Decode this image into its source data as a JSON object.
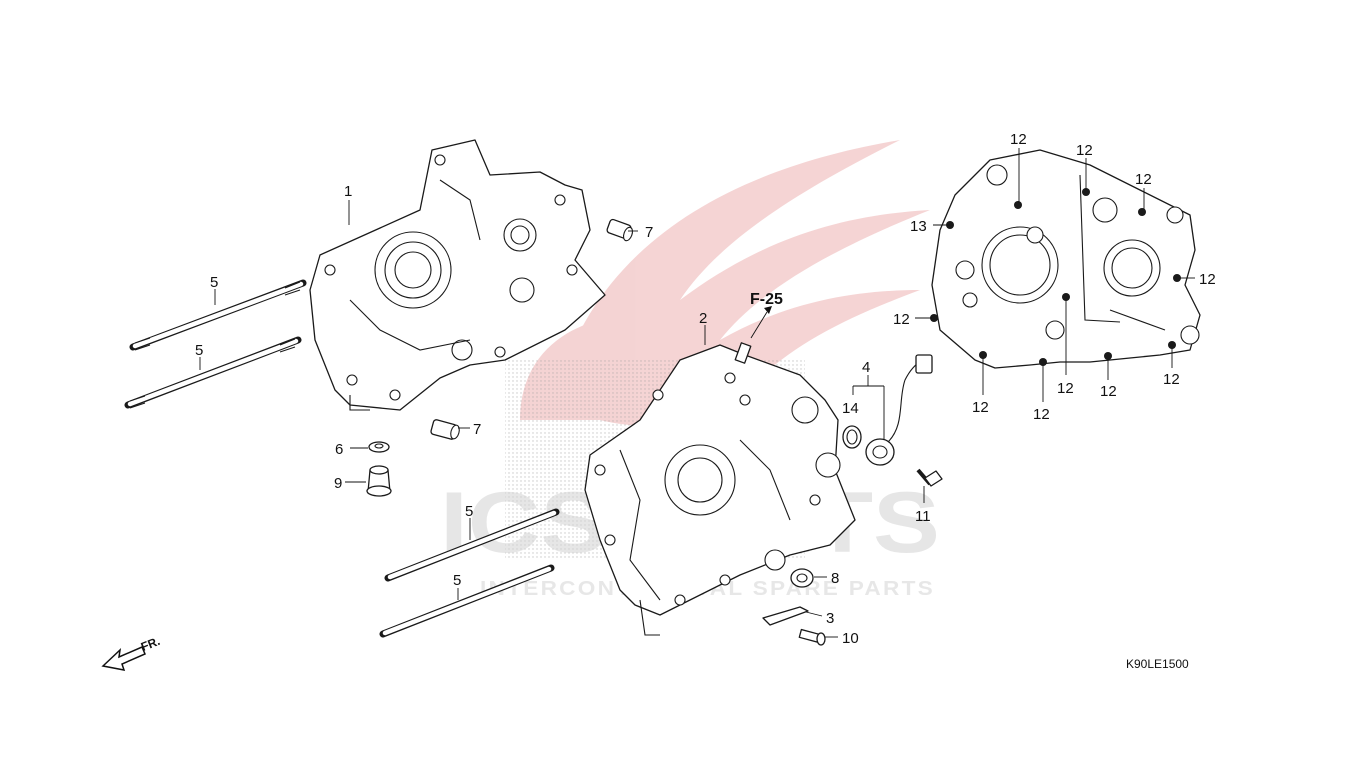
{
  "watermark": {
    "brand": "ICSPARTS",
    "tagline": "INTERCONTINENTAL SPARE PARTS",
    "wing_color": "#e8a0a0"
  },
  "diagram_code": "K90LE1500",
  "reference": "F-25",
  "direction": "FR.",
  "callouts": {
    "c1": "1",
    "c2": "2",
    "c3": "3",
    "c4": "4",
    "c5a": "5",
    "c5b": "5",
    "c5c": "5",
    "c5d": "5",
    "c6": "6",
    "c7a": "7",
    "c7b": "7",
    "c8": "8",
    "c9": "9",
    "c10": "10",
    "c11": "11",
    "c12a": "12",
    "c12b": "12",
    "c12c": "12",
    "c12d": "12",
    "c12e": "12",
    "c12f": "12",
    "c12g": "12",
    "c12h": "12",
    "c12i": "12",
    "c12j": "12",
    "c13": "13",
    "c14": "14"
  }
}
